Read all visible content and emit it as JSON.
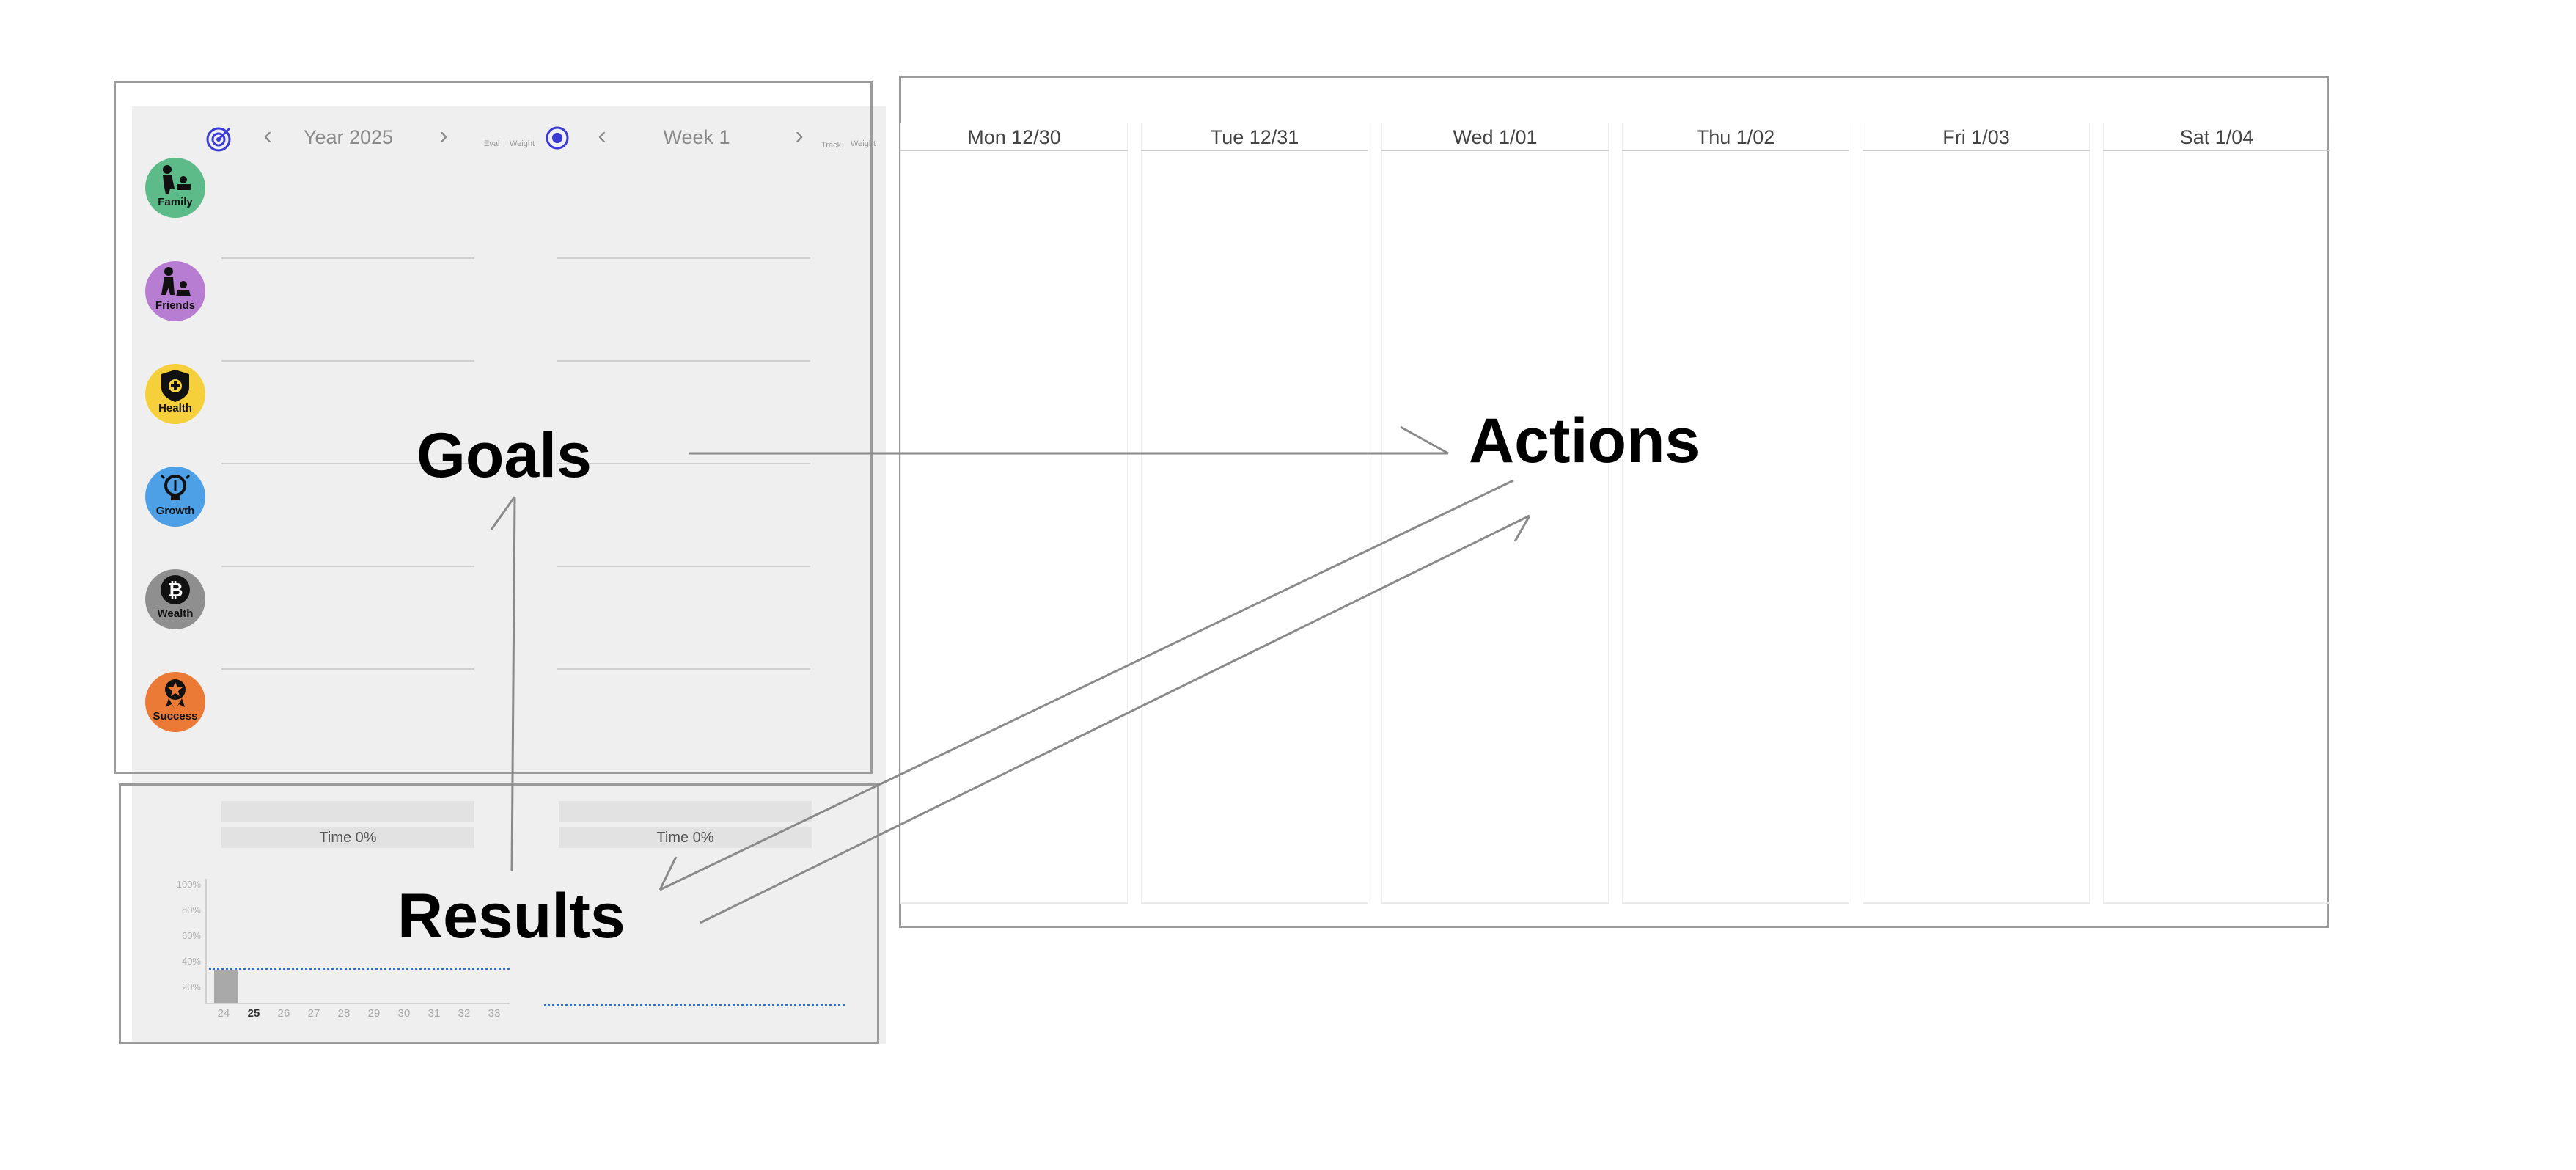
{
  "goals_panel": {
    "year_label": "Year 2025",
    "week_label": "Week 1",
    "year_sub_labels": [
      "Eval",
      "Weight"
    ],
    "week_sub_labels": [
      "Track",
      "Weight"
    ],
    "categories": [
      {
        "label": "Family",
        "color": "#5dbb8a",
        "icon": "family-icon"
      },
      {
        "label": "Friends",
        "color": "#b77dd3",
        "icon": "friends-icon"
      },
      {
        "label": "Health",
        "color": "#f6d03b",
        "icon": "health-shield-icon"
      },
      {
        "label": "Growth",
        "color": "#4d9fe6",
        "icon": "growth-lightbulb-icon"
      },
      {
        "label": "Wealth",
        "color": "#8f8f8f",
        "icon": "bitcoin-icon"
      },
      {
        "label": "Success",
        "color": "#ea7a35",
        "icon": "medal-icon"
      }
    ]
  },
  "results_panel": {
    "year_time_label": "Time 0%",
    "week_time_label": "Time 0%",
    "y_ticks": [
      "100%",
      "80%",
      "60%",
      "40%",
      "20%"
    ],
    "x_ticks": [
      "24",
      "25",
      "26",
      "27",
      "28",
      "29",
      "30",
      "31",
      "32",
      "33"
    ],
    "highlighted_x": "25"
  },
  "chart_data": {
    "type": "bar",
    "categories": [
      "24",
      "25",
      "26",
      "27",
      "28",
      "29",
      "30",
      "31",
      "32",
      "33"
    ],
    "values": [
      28,
      null,
      null,
      null,
      null,
      null,
      null,
      null,
      null,
      null
    ],
    "ylim": [
      0,
      100
    ],
    "title": "",
    "xlabel": "",
    "ylabel": ""
  },
  "calendar": {
    "days": [
      "Mon 12/30",
      "Tue 12/31",
      "Wed 1/01",
      "Thu 1/02",
      "Fri 1/03",
      "Sat 1/04"
    ]
  },
  "annotations": {
    "goals": "Goals",
    "actions": "Actions",
    "results": "Results"
  },
  "colors": {
    "panel_bg": "#efefef",
    "frame": "#9a9a9a",
    "accent_blue": "#3a3ad6",
    "bar_fill": "#a9a9a9",
    "dotted_line": "#2f6fd0"
  }
}
